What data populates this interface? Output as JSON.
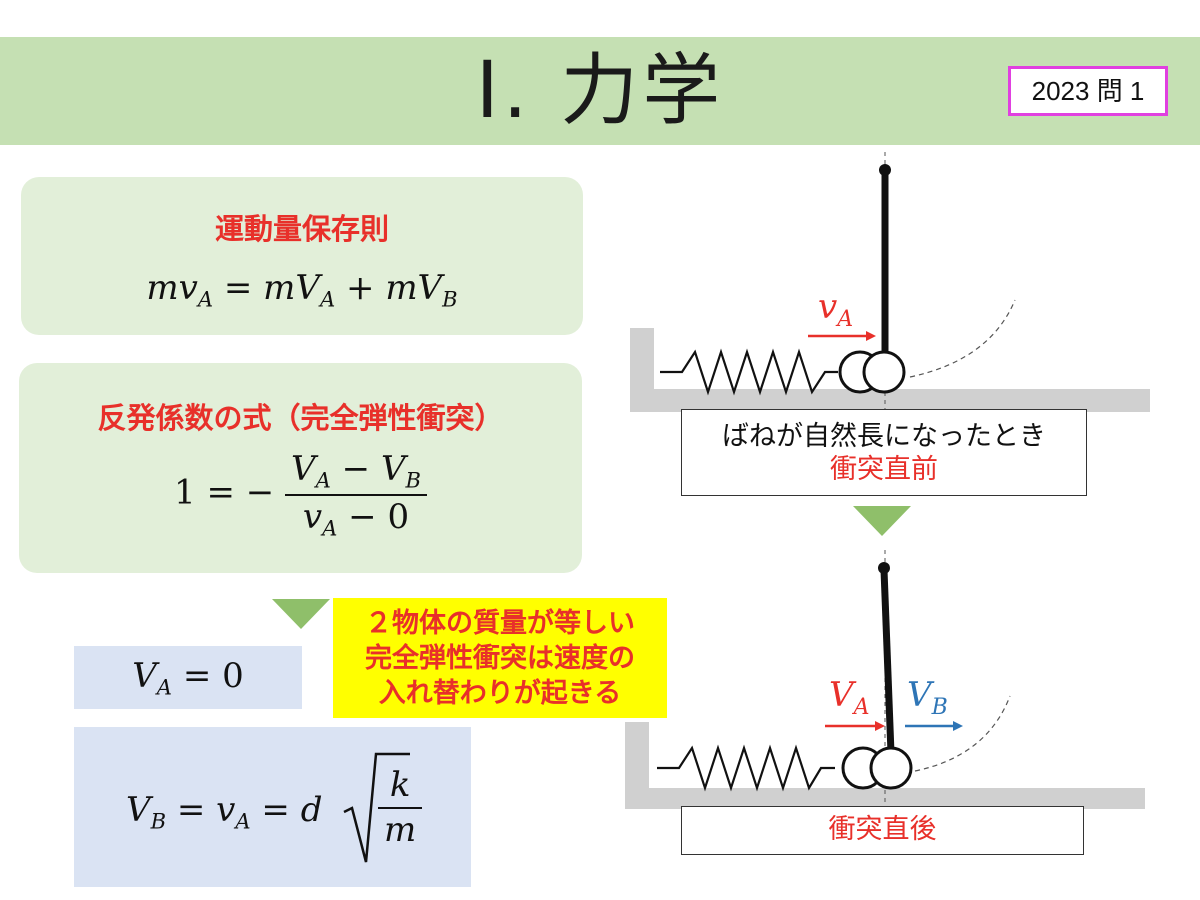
{
  "header": {
    "title": "Ⅰ. 力学",
    "badge": "2023 問 1"
  },
  "panels": {
    "momentum": {
      "heading": "運動量保存則",
      "equation": "mv_A = mV_A + mV_B"
    },
    "restitution": {
      "heading": "反発係数の式（完全弾性衝突）",
      "equation": "1 = −(V_A − V_B)/(v_A − 0)"
    }
  },
  "results": {
    "va_after": "V_A = 0",
    "vb_after": "V_B = v_A = d√(k/m)"
  },
  "note": {
    "lines": [
      "２物体の質量が等しい",
      "完全弾性衝突は速度の",
      "入れ替わりが起きる"
    ]
  },
  "diagram_top": {
    "velocity_label": "v_A",
    "caption_line1": "ばねが自然長になったとき",
    "caption_line2": "衝突直前"
  },
  "diagram_bottom": {
    "velocity_label_a": "V_A",
    "velocity_label_b": "V_B",
    "caption": "衝突直後"
  },
  "colors": {
    "header_bg": "#c5e0b3",
    "panel_green": "#e2efd9",
    "panel_blue": "#dae3f3",
    "accent_red": "#e8302a",
    "accent_blue": "#2e75b6",
    "note_bg": "#ffff00",
    "badge_border": "#e040e0",
    "arrow_green": "#8fbf6a"
  }
}
